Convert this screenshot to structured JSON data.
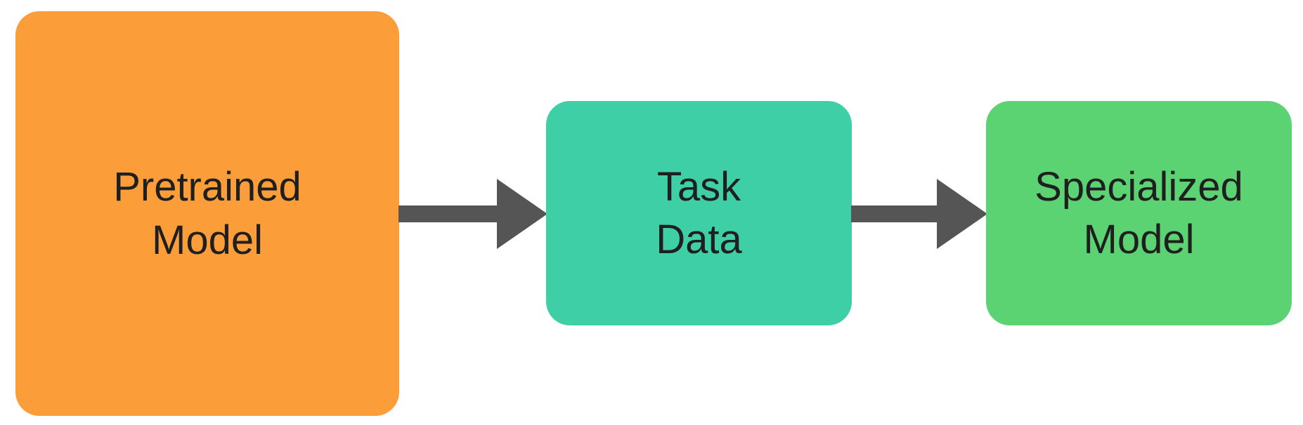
{
  "colors": {
    "pretrained_box": "#fb9e3a",
    "task_box": "#3ecfa7",
    "specialized_box": "#5bd373",
    "arrow": "#555555",
    "text": "#1f1f1f"
  },
  "nodes": {
    "pretrained": {
      "line1": "Pretrained",
      "line2": "Model"
    },
    "task": {
      "line1": "Task",
      "line2": "Data"
    },
    "specialized": {
      "line1": "Specialized",
      "line2": "Model"
    }
  }
}
